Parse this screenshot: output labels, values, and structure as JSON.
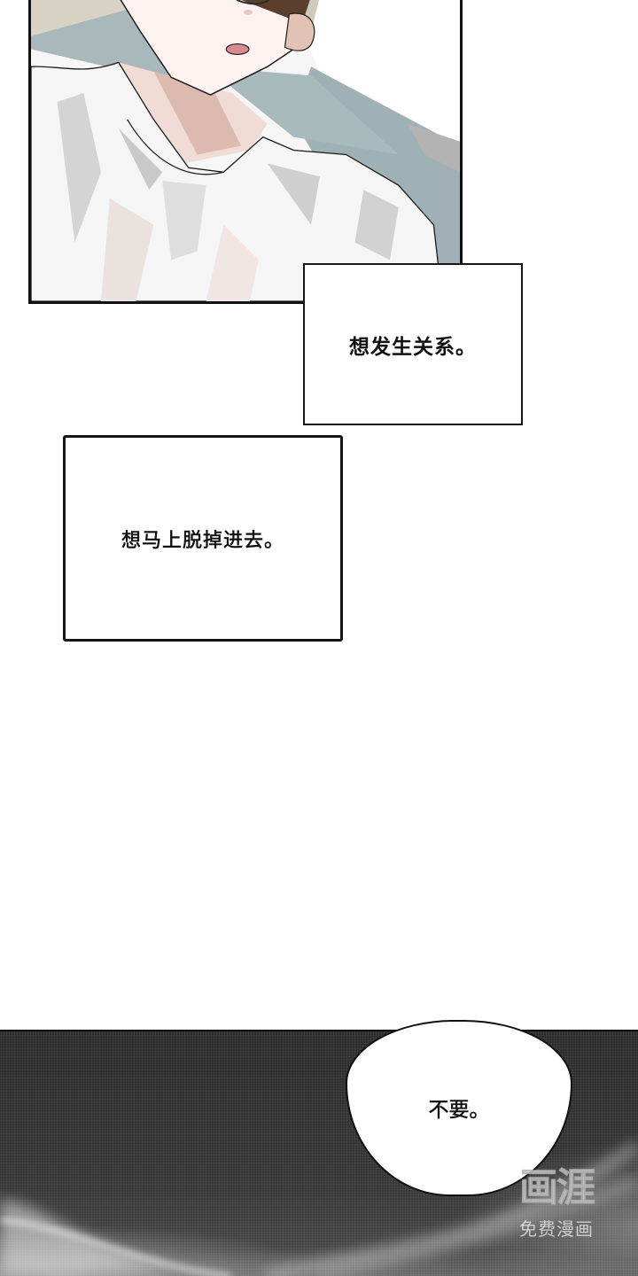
{
  "page": {
    "type": "webtoon-strip",
    "background": "#ffffff"
  },
  "panels": {
    "top": {
      "description": "Close-up of a young man with brown hair and closed eyes, mouth slightly open, wearing a white T-shirt, lying on a pillow against light blue-grey sheets",
      "colors": {
        "skin": "#fbeeea",
        "skin_shadow": "#d8b8ae",
        "hair": "#4a3426",
        "shirt": "#f7f7f7",
        "shirt_shadow": "#c9c9c9",
        "sheet": "#9fb0b3",
        "border": "#111111"
      }
    },
    "dark": {
      "description": "Dark halftone panel with faint white smoky wisps along the bottom",
      "color": "#303030"
    }
  },
  "captions": [
    {
      "text": "想发生关系。"
    },
    {
      "text": "想马上脱掉进去。"
    }
  ],
  "speech_bubble": {
    "text": "不要。"
  },
  "watermark": {
    "logo": "画涯",
    "subtitle": "免费漫画"
  }
}
